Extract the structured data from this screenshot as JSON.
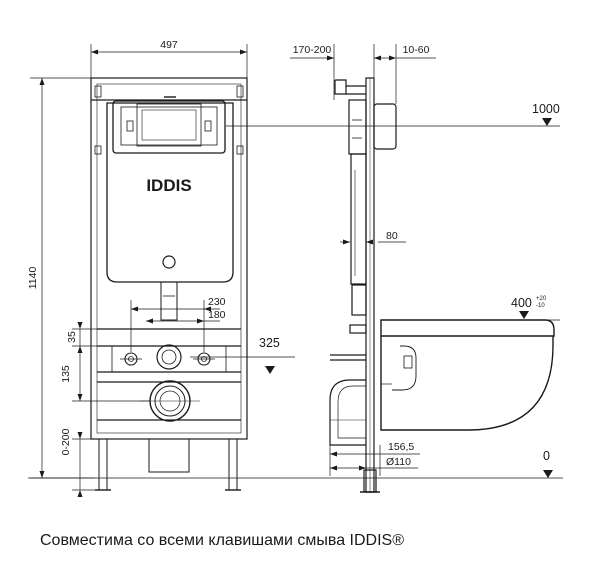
{
  "dimensions": {
    "frame_width": "497",
    "wall_gap": "170-200",
    "panel_offset": "10-60",
    "frame_height": "1140",
    "spacing_230": "230",
    "spacing_180": "180",
    "offset_35": "35",
    "offset_135": "135",
    "foot_range": "0-200",
    "depth_80": "80",
    "outlet_156": "156,5",
    "pipe_diameter": "Ø110"
  },
  "levels": {
    "button_level": "1000",
    "connection_level": "325",
    "bowl_level": "400",
    "bowl_tolerance_plus": "+20",
    "bowl_tolerance_minus": "-10",
    "floor_level": "0"
  },
  "brand_label": "IDDIS",
  "caption": "Совместима со всеми клавишами смыва IDDIS®"
}
